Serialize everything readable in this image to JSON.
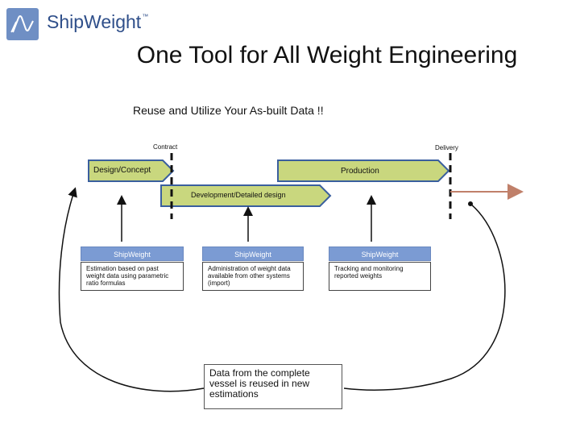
{
  "header": {
    "logo_text": "ShipWeight",
    "logo_tm": "™",
    "title": "One Tool for All Weight Engineering",
    "subtitle": "Reuse and Utilize Your As-built Data !!"
  },
  "milestones": {
    "contract": "Contract",
    "delivery": "Delivery"
  },
  "phases": {
    "design_concept": "Design/Concept",
    "production": "Production",
    "development": "Development/Detailed design"
  },
  "tools": [
    {
      "header": "ShipWeight",
      "description": "Estimation based on past weight data using parametric ratio formulas"
    },
    {
      "header": "ShipWeight",
      "description": "Administration of weight data available from other systems (import)"
    },
    {
      "header": "ShipWeight",
      "description": "Tracking and monitoring reported weights"
    }
  ],
  "callout": "Data from the complete vessel is reused in new estimations",
  "colors": {
    "phase_fill": "#c9d77e",
    "phase_stroke": "#3a5f9e",
    "tool_header": "#7b9bd3",
    "delivery_arrow": "#c0806a",
    "logo_blue": "#2f4f8a"
  }
}
